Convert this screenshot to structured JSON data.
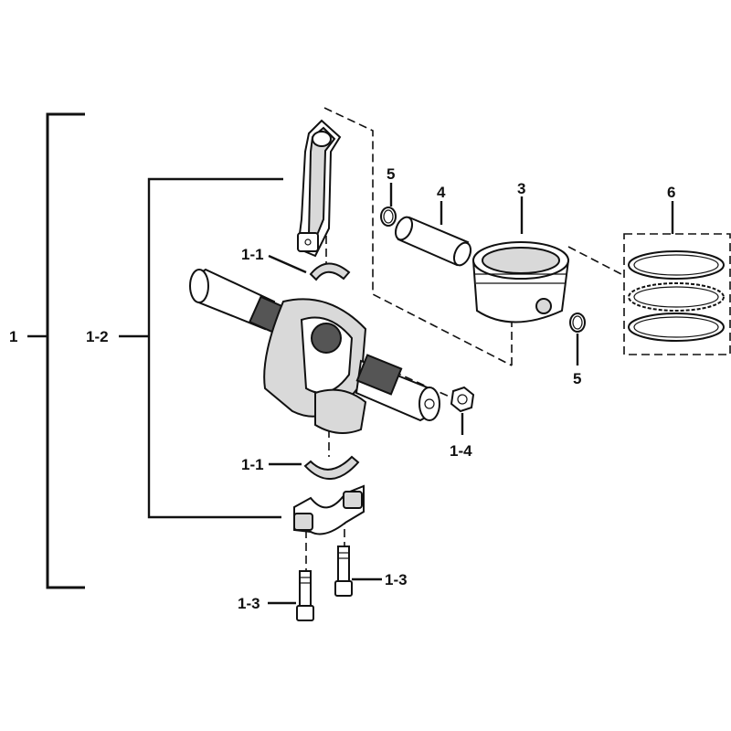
{
  "labels": {
    "assembly": "1",
    "connecting_rod_assembly": "1-2",
    "bearing_upper": "1-1",
    "bearing_lower": "1-1",
    "bolt_left": "1-3",
    "bolt_right": "1-3",
    "nut": "1-4",
    "piston": "3",
    "piston_pin": "4",
    "clip_top": "5",
    "clip_bottom": "5",
    "piston_rings": "6"
  },
  "colors": {
    "ink": "#111111",
    "shade": "#d9d9d9",
    "dark": "#555555",
    "background": "#ffffff"
  }
}
